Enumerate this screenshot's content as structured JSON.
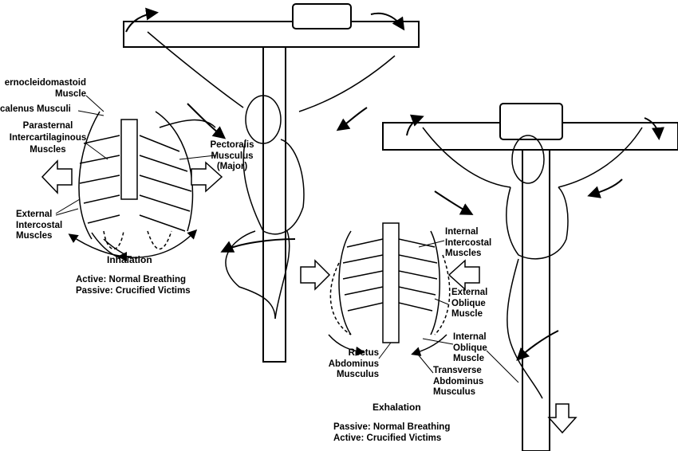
{
  "inhalation": {
    "labels": {
      "sternocleidomastoid": [
        "ernocleidomastoid",
        "Muscle"
      ],
      "scalenus": "calenus Musculi",
      "parasternal": [
        "Parasternal",
        "Intercartilaginous",
        "Muscles"
      ],
      "external_intercostal": [
        "External",
        "Intercostal",
        "Muscles"
      ],
      "pectoralis": [
        "Pectoralis",
        "Musculus",
        "(Major)"
      ]
    },
    "title": "Inhalation",
    "notes": [
      "Active: Normal Breathing",
      "Passive: Crucified Victims"
    ]
  },
  "exhalation": {
    "labels": {
      "internal_intercostal": [
        "Internal",
        "Intercostal",
        "Muscles"
      ],
      "external_oblique": [
        "External",
        "Oblique",
        "Muscle"
      ],
      "internal_oblique": [
        "Internal",
        "Oblique",
        "Muscle"
      ],
      "transverse": [
        "Transverse",
        "Abdominus",
        "Musculus"
      ],
      "rectus": [
        "Rectus",
        "Abdominus",
        "Musculus"
      ]
    },
    "title": "Exhalation",
    "notes": [
      "Passive: Normal Breathing",
      "Active: Crucified Victims"
    ]
  }
}
